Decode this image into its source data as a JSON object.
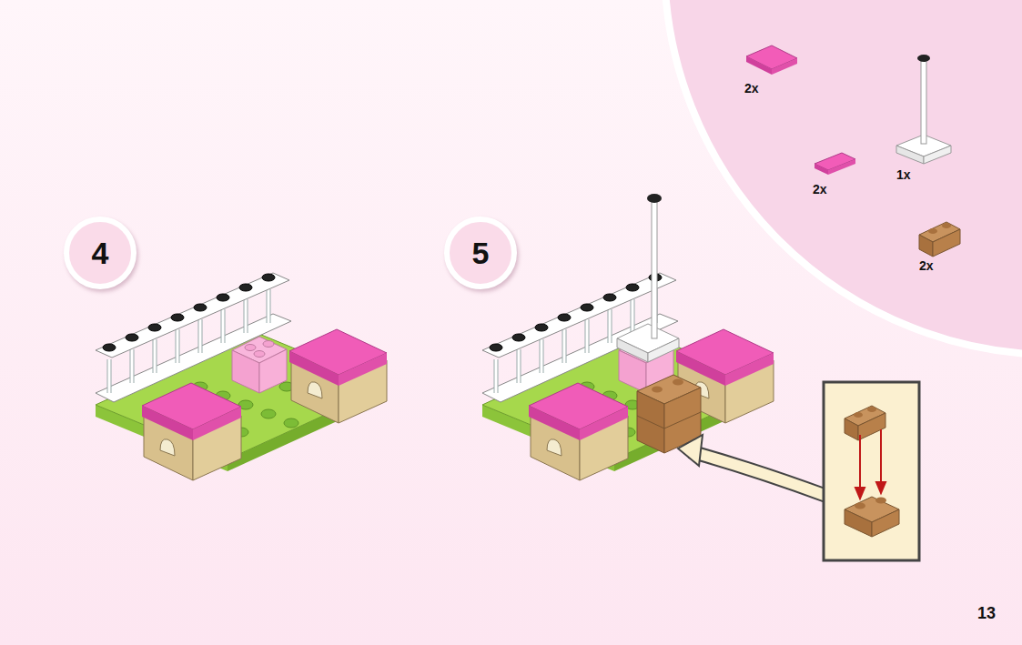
{
  "diagram": {
    "nodes": [
      {
        "text": [
          "4"
        ]
      },
      {
        "text": [
          "5"
        ]
      }
    ],
    "labels": [
      "2x",
      "2x",
      "1x",
      "2x",
      "13"
    ]
  }
}
